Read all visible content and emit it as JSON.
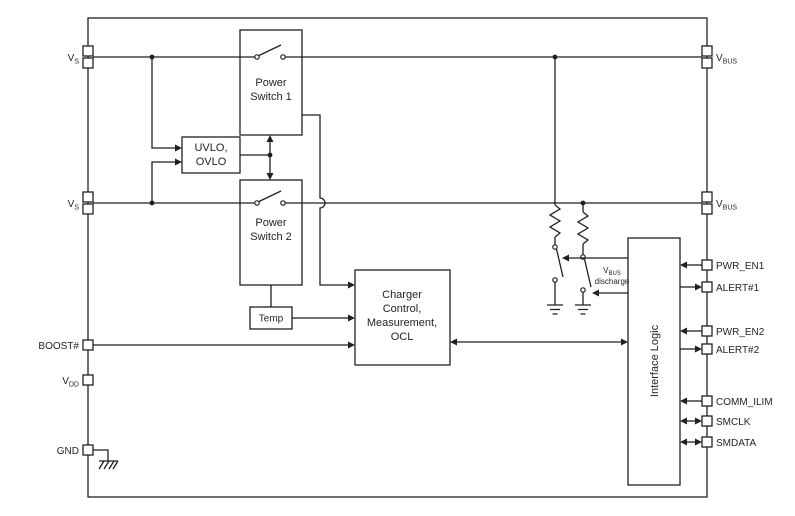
{
  "colors": {
    "line": "#231f20",
    "background": "#ffffff",
    "block_fill": "#ffffff"
  },
  "blocks": {
    "power_switch_1": [
      "Power",
      "Switch 1"
    ],
    "uvlo_ovlo": [
      "UVLO,",
      "OVLO"
    ],
    "power_switch_2": [
      "Power",
      "Switch 2"
    ],
    "temp": "Temp",
    "charger": [
      "Charger",
      "Control,",
      "Measurement,",
      "OCL"
    ],
    "interface_logic": "Interface Logic"
  },
  "annotations": {
    "vbus_discharge": {
      "base": "V",
      "sub": "BUS",
      "word": "discharge"
    }
  },
  "pins": {
    "vs1": {
      "base": "V",
      "sub": "S"
    },
    "vs2": {
      "base": "V",
      "sub": "S"
    },
    "boost": "BOOST#",
    "vdd": {
      "base": "V",
      "sub": "DD"
    },
    "gnd": "GND",
    "vbus1": {
      "base": "V",
      "sub": "BUS"
    },
    "vbus2": {
      "base": "V",
      "sub": "BUS"
    },
    "pwr_en1": "PWR_EN1",
    "alert1": "ALERT#1",
    "pwr_en2": "PWR_EN2",
    "alert2": "ALERT#2",
    "comm_ilim": "COMM_ILIM",
    "smclk": "SMCLK",
    "smdata": "SMDATA"
  }
}
